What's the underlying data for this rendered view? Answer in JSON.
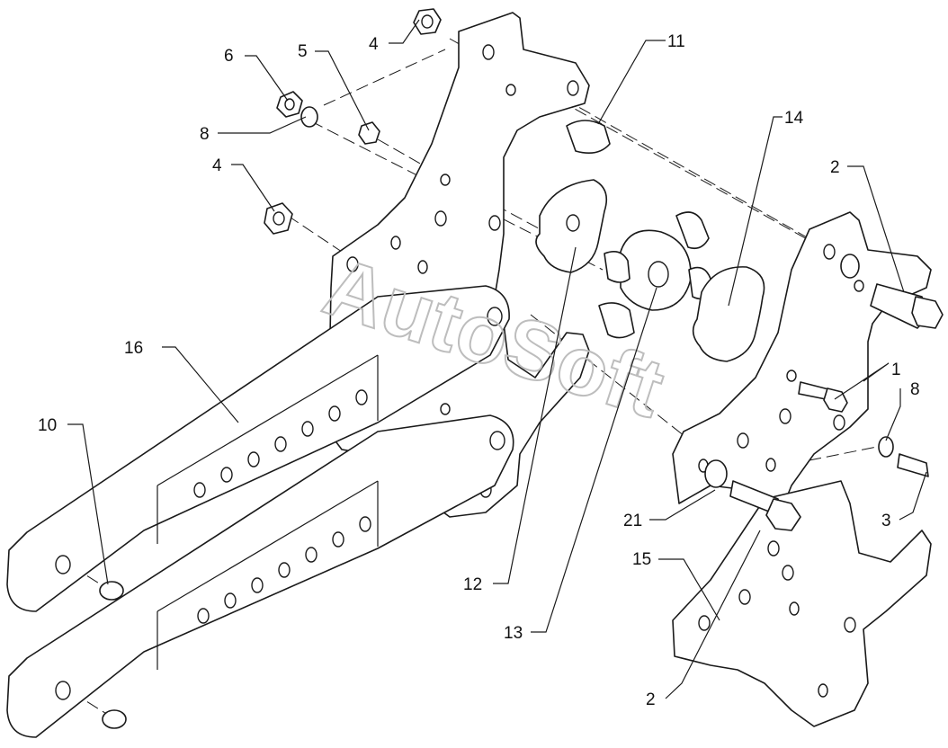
{
  "watermark": "AutoSoft",
  "callouts": {
    "c4a": "4",
    "c6": "6",
    "c5": "5",
    "c11": "11",
    "c8a": "8",
    "c4b": "4",
    "c14": "14",
    "c2a": "2",
    "c16": "16",
    "c1": "1",
    "c10": "10",
    "c8b": "8",
    "c21": "21",
    "c3": "3",
    "c15": "15",
    "c12": "12",
    "c13": "13",
    "c2b": "2"
  }
}
